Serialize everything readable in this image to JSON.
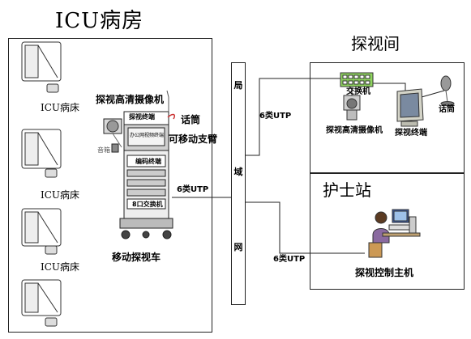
{
  "icu": {
    "title": "ICU病房",
    "bed_label": "ICU病床",
    "cart": {
      "camera_label": "探视高清摄像机",
      "terminal_label": "探视终端",
      "screen_text": "办公网视频终端",
      "audio_label": "音箱",
      "mic_label": "话筒",
      "arm_label": "可移动支臂",
      "encoder_label": "编码终端",
      "switch_label": "8口交换机",
      "caption": "移动探视车"
    },
    "utp_label": "6类UTP"
  },
  "lan": {
    "label_chars": [
      "局",
      "域",
      "网"
    ]
  },
  "visit_room": {
    "title": "探视间",
    "switch_label": "交换机",
    "camera_label": "探视高清摄像机",
    "terminal_label": "探视终端",
    "mic_label": "话筒",
    "utp_label": "6类UTP"
  },
  "nurse_station": {
    "title": "护士站",
    "host_label": "探视控制主机",
    "utp_label": "6类UTP"
  }
}
